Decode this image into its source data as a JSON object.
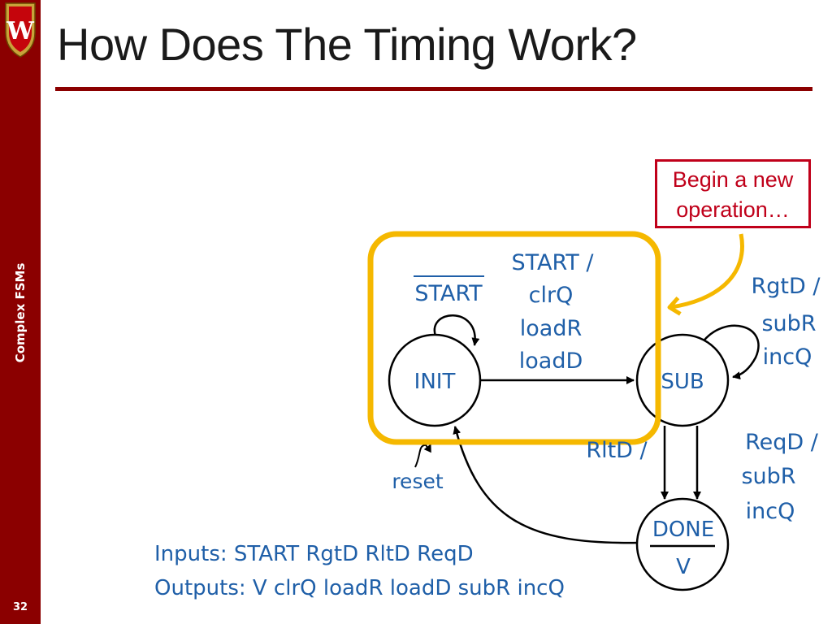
{
  "sidebar": {
    "section_label": "Complex FSMs",
    "slide_number": "32"
  },
  "logo": {
    "icon": "uw-crest-icon",
    "letter": "W"
  },
  "title": "How Does The Timing Work?",
  "callout": {
    "line1": "Begin a new",
    "line2": "operation…"
  },
  "diagram": {
    "states": {
      "init": "INIT",
      "sub": "SUB",
      "done": "DONE",
      "done_output": "V"
    },
    "labels": {
      "start_bar": "START",
      "start_slash": "START /",
      "clrq": "clrQ",
      "loadr": "loadR",
      "loadd": "loadD",
      "rgtd_slash": "RgtD /",
      "subr_1": "subR",
      "incq_1": "incQ",
      "reqd_slash": "ReqD /",
      "subr_2": "subR",
      "incq_2": "incQ",
      "rltd_slash": "RltD /",
      "reset": "reset"
    }
  },
  "io": {
    "inputs": "Inputs: START RgtD RltD ReqD",
    "outputs": "Outputs: V  clrQ  loadR  loadD  subR  incQ"
  },
  "colors": {
    "brand": "#8b0000",
    "label": "#1f5fa8",
    "highlight": "#f5b800",
    "callout": "#c0001a"
  }
}
